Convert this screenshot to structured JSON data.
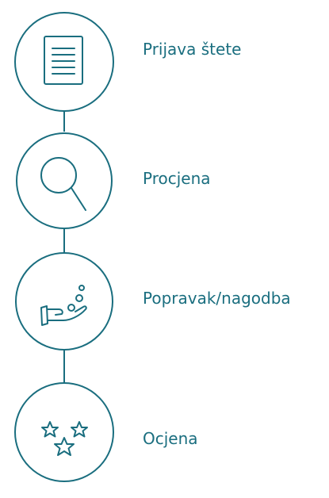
{
  "process": {
    "steps": [
      {
        "label": "Prijava štete",
        "icon": "document-icon"
      },
      {
        "label": "Procjena",
        "icon": "magnifier-icon"
      },
      {
        "label": "Popravak/nagodba",
        "icon": "hand-coins-icon"
      },
      {
        "label": "Ocjena",
        "icon": "stars-icon"
      }
    ]
  },
  "colors": {
    "accent": "#1a6e7f",
    "background": "#ffffff"
  }
}
